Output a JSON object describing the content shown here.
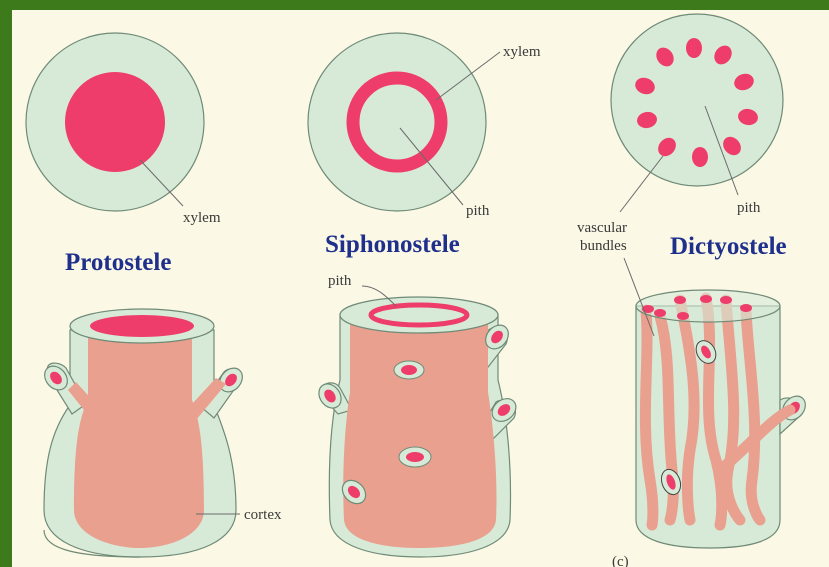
{
  "colors": {
    "frame": "#3d7a1c",
    "background": "#fbf8e6",
    "ground_tissue": "#d7ead8",
    "xylem": "#ee3d6a",
    "stem_core": "#e9a08f",
    "title": "#1f2f8c"
  },
  "protostele": {
    "title": "Protostele",
    "xylem_label": "xylem",
    "cortex_label": "cortex"
  },
  "siphonostele": {
    "title": "Siphonostele",
    "xylem_label": "xylem",
    "pith_label": "pith",
    "pith_label_3d": "pith"
  },
  "dictyostele": {
    "title": "Dictyostele",
    "vascular_label_line1": "vascular",
    "vascular_label_line2": "bundles",
    "pith_label": "pith"
  },
  "figure_label": "(c)"
}
